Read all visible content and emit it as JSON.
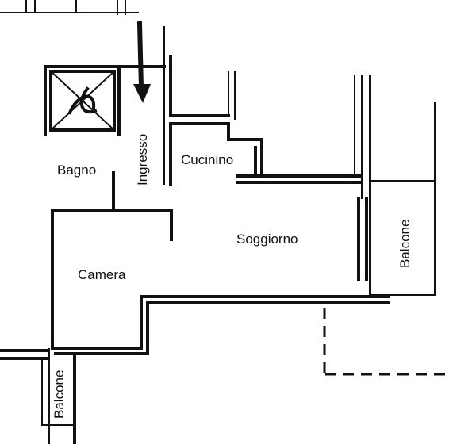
{
  "rooms": {
    "bagno": "Bagno",
    "ingresso": "Ingresso",
    "cucinino": "Cucinino",
    "soggiorno": "Soggiorno",
    "camera": "Camera",
    "balcone_right": "Balcone",
    "balcone_bottom": "Balcone"
  },
  "colors": {
    "ink": "#111111",
    "paper": "#ffffff"
  }
}
